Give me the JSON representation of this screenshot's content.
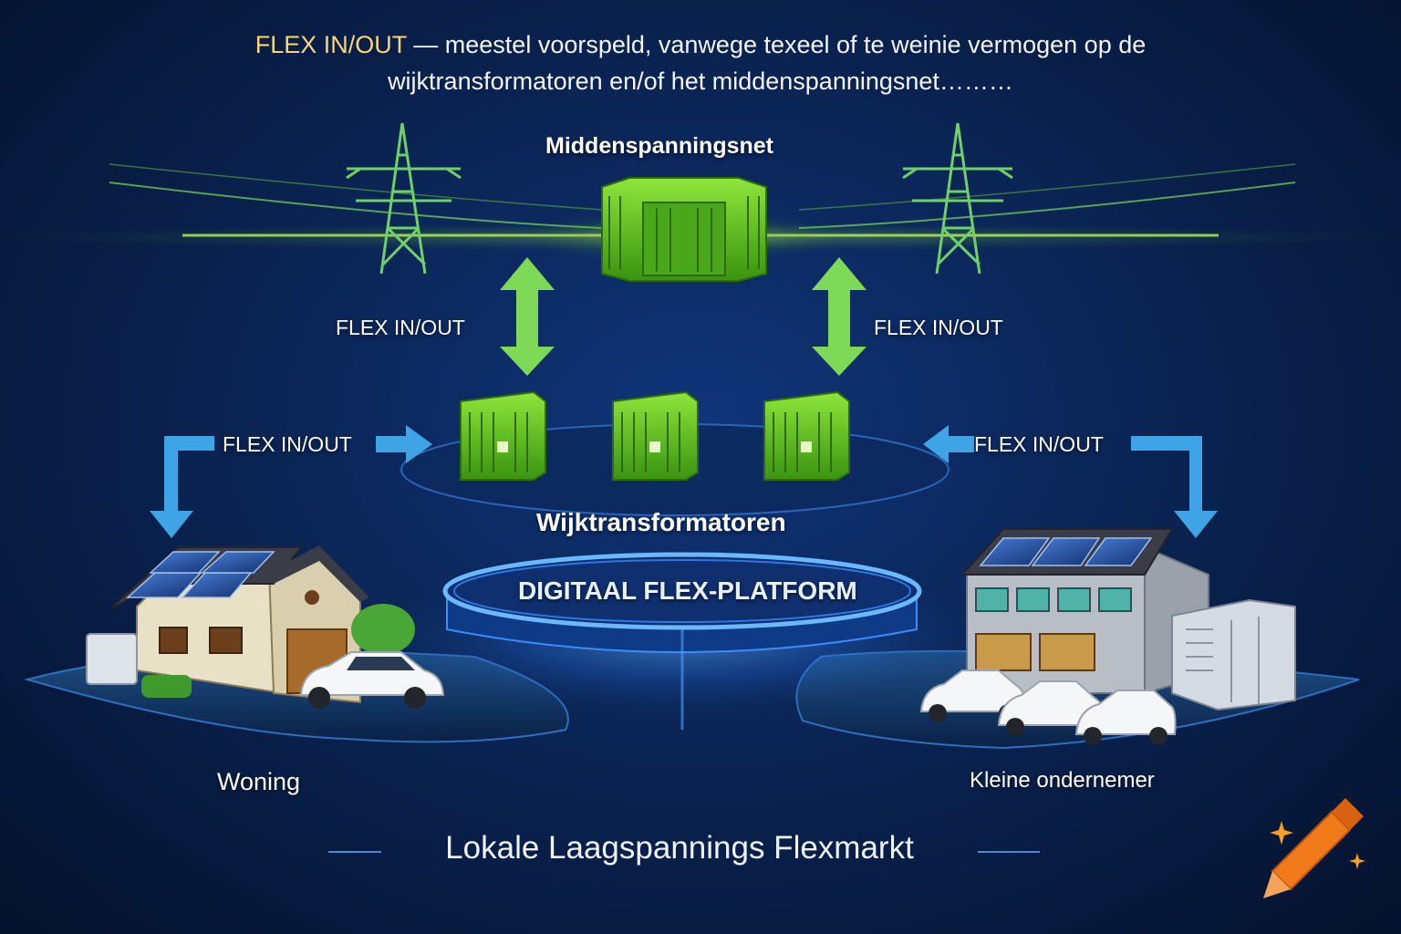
{
  "header": {
    "highlight": "FLEX IN/OUT",
    "line1_rest": " — meestel voorspeld, vanwege texeel of te weinie vermogen op de",
    "line2": "wijktransformatoren en/of het middenspanningsnet………"
  },
  "nodes": {
    "medium_voltage": "Middenspanningsnet",
    "district_transformers": "Wijktransformatoren",
    "platform": "DIGITAAL FLEX-PLATFORM",
    "home": "Woning",
    "business": "Kleine ondernemer"
  },
  "flows": {
    "upper_left": "FLEX IN/OUT",
    "upper_right": "FLEX IN/OUT",
    "left": "FLEX IN/OUT",
    "right": "FLEX IN/OUT"
  },
  "footer": {
    "title": "Lokale Laagspannings Flexmarkt"
  },
  "colors": {
    "background": "#0b2658",
    "transformer_green": "#5fc21e",
    "arrow_green": "#7ed957",
    "arrow_blue": "#3fa4e6",
    "platform_glow": "#3a8dff",
    "highlight_text": "#f5d77a",
    "logo_orange": "#f07a1a"
  },
  "icons": [
    "pylon-icon",
    "transformer-icon",
    "house-icon",
    "solar-panel-icon",
    "car-icon",
    "battery-cabinet-icon",
    "crayon-logo-icon"
  ]
}
